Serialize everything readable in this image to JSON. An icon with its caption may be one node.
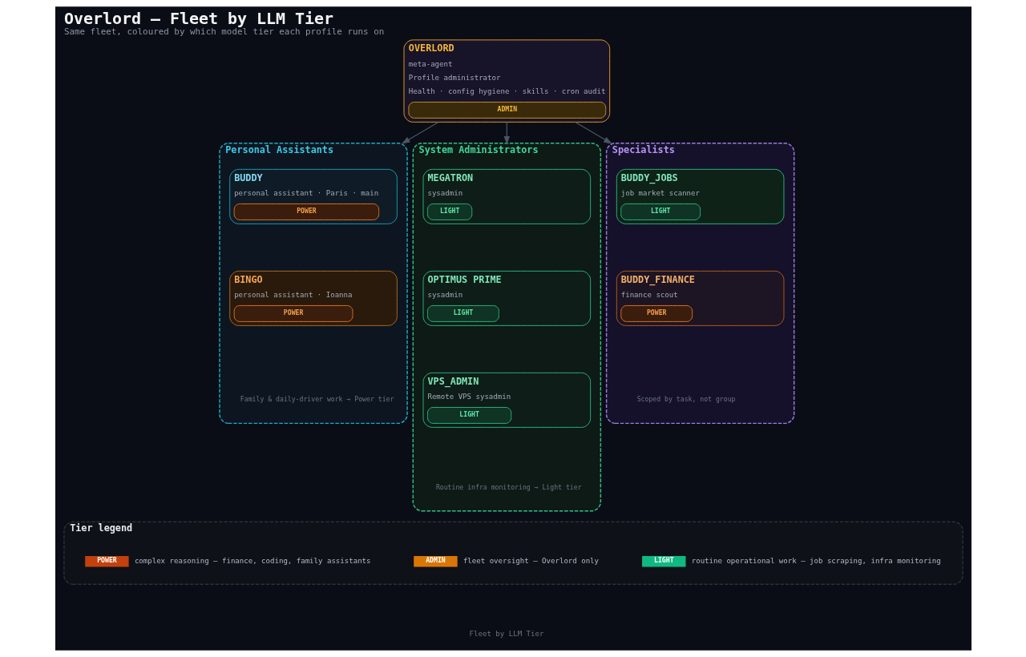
{
  "diagram": {
    "title": "Overlord — Fleet by LLM Tier",
    "caption": "Fleet by LLM Tier",
    "nodes": [
      {
        "text": [
          "OVERLORD",
          "meta-agent",
          "Profile administrator",
          "Health · config hygiene · skills · cron audit",
          "ADMIN"
        ]
      },
      {
        "text": [
          "Personal Assistants",
          "Family & daily-driver work → Power tier"
        ]
      },
      {
        "text": [
          "BUDDY",
          "personal assistant · Paris · main",
          "POWER"
        ],
        "in": 1
      },
      {
        "text": [
          "BINGO",
          "personal assistant · Ioanna",
          "POWER"
        ],
        "in": 1
      },
      {
        "text": [
          "System Administrators",
          "Routine infra monitoring → Light tier"
        ]
      },
      {
        "text": [
          "MEGATRON",
          "sysadmin",
          "LIGHT"
        ],
        "in": 4
      },
      {
        "text": [
          "OPTIMUS PRIME",
          "sysadmin",
          "LIGHT"
        ],
        "in": 4
      },
      {
        "text": [
          "VPS_ADMIN",
          "Remote VPS sysadmin",
          "LIGHT"
        ],
        "in": 4
      },
      {
        "text": [
          "Specialists",
          "Scoped by task, not group"
        ]
      },
      {
        "text": [
          "BUDDY_JOBS",
          "job market scanner",
          "LIGHT"
        ],
        "in": 8
      },
      {
        "text": [
          "BUDDY_FINANCE",
          "finance scout",
          "POWER"
        ],
        "in": 8
      },
      {
        "text": [
          "Tier legend"
        ]
      }
    ],
    "edges": [
      {
        "from": 0,
        "to": 1,
        "arrow": "to"
      },
      {
        "from": 0,
        "to": 4,
        "arrow": "to"
      },
      {
        "from": 0,
        "to": 8,
        "arrow": "to"
      }
    ],
    "labels": [
      "Same fleet, coloured by which model tier each profile runs on",
      "POWER",
      "ADMIN",
      "LIGHT"
    ],
    "legend": [
      {
        "text": "complex reasoning — finance, coding, family assistants",
        "color": "#c2410c"
      },
      {
        "text": "fleet oversight — Overlord only",
        "color": "#d97706"
      },
      {
        "text": "routine operational work — job scraping, infra monitoring",
        "color": "#10b981"
      }
    ]
  }
}
